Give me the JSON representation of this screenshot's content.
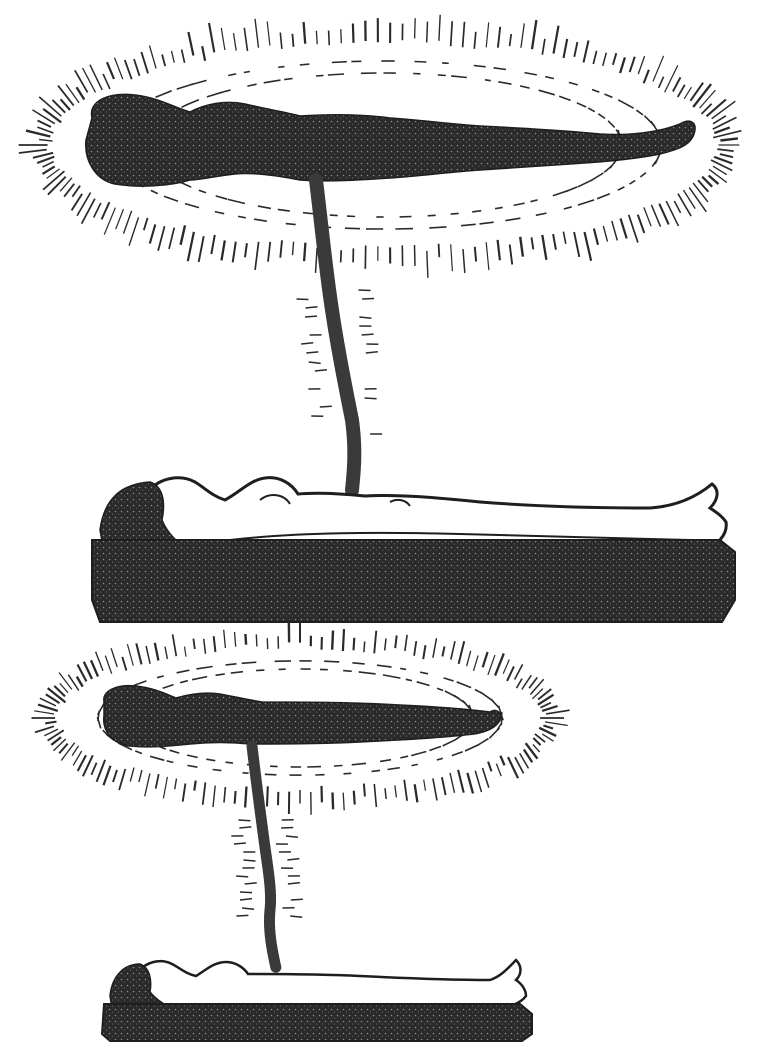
{
  "image": {
    "style": "black-and-white engraving",
    "ink_color": "#2a2a2a",
    "paper_color": "#ffffff",
    "scenes": [
      {
        "subject": "astral-projection",
        "elements": [
          "aura-rays",
          "aura-dashes",
          "astral-body-silhouette",
          "silver-cord",
          "sleeping-figure",
          "bed"
        ]
      },
      {
        "subject": "astral-projection",
        "elements": [
          "aura-rays",
          "aura-dashes",
          "astral-body-silhouette",
          "silver-cord",
          "sleeping-figure",
          "bed"
        ]
      }
    ]
  }
}
